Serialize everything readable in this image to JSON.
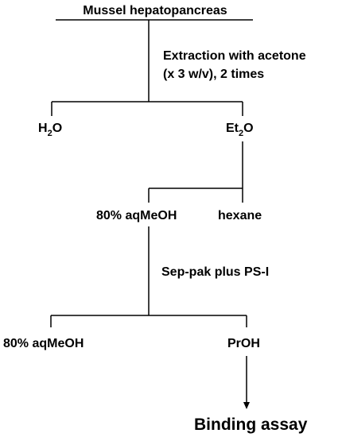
{
  "diagram": {
    "source": "Mussel hepatopancreas",
    "step1": {
      "line1": "Extraction with acetone",
      "line2": "(x 3 w/v), 2 times"
    },
    "aqueous": {
      "main": "H",
      "sub": "2",
      "tail": "O"
    },
    "ether": {
      "main": "Et",
      "sub": "2",
      "tail": "O"
    },
    "partition": {
      "left": "80% aqMeOH",
      "right": "hexane"
    },
    "step2": "Sep-pak plus PS-I",
    "final": {
      "left": "80% aqMeOH",
      "right": "PrOH"
    },
    "assay": "Binding assay"
  }
}
